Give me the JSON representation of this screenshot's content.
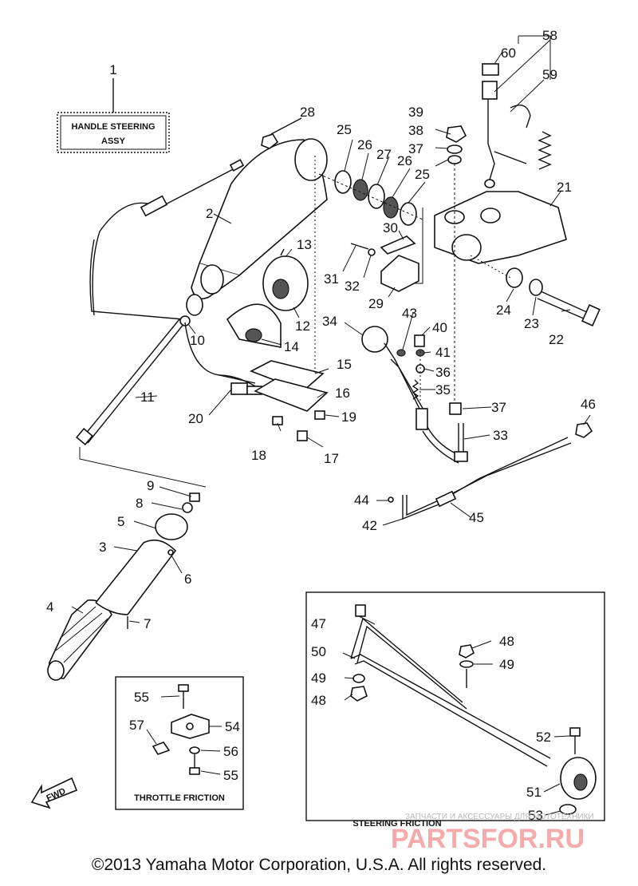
{
  "boxes": {
    "handle_steering": [
      "HANDLE STEERING",
      "ASSY"
    ],
    "throttle_friction": "THROTTLE FRICTION",
    "steering_friction": "STEERING FRICTION",
    "fwd": "FWD"
  },
  "watermark": {
    "small": "ЗАПЧАСТИ И АКСЕССУАРЫ ДЛЯ МОТОТЕХНИКИ",
    "big": "PARTSFOR.RU"
  },
  "copyright": "©2013 Yamaha Motor Corporation, U.S.A. All rights reserved.",
  "callouts": {
    "1": "1",
    "2": "2",
    "3": "3",
    "4": "4",
    "5": "5",
    "6": "6",
    "7": "7",
    "8": "8",
    "9": "9",
    "10": "10",
    "11": "11",
    "12": "12",
    "13": "13",
    "14": "14",
    "15": "15",
    "16": "16",
    "17": "17",
    "18": "18",
    "19": "19",
    "20": "20",
    "21": "21",
    "22": "22",
    "23": "23",
    "24": "24",
    "25a": "25",
    "25b": "25",
    "26a": "26",
    "26b": "26",
    "27": "27",
    "28": "28",
    "29": "29",
    "30": "30",
    "31": "31",
    "32": "32",
    "33": "33",
    "34": "34",
    "35": "35",
    "36": "36",
    "37a": "37",
    "37b": "37",
    "38": "38",
    "39": "39",
    "40": "40",
    "41": "41",
    "42": "42",
    "43": "43",
    "44": "44",
    "45": "45",
    "46": "46",
    "47": "47",
    "48a": "48",
    "48b": "48",
    "49a": "49",
    "49b": "49",
    "50": "50",
    "51": "51",
    "52": "52",
    "53": "53",
    "54": "54",
    "55a": "55",
    "55b": "55",
    "56": "56",
    "57": "57",
    "58": "58",
    "59": "59",
    "60": "60"
  }
}
